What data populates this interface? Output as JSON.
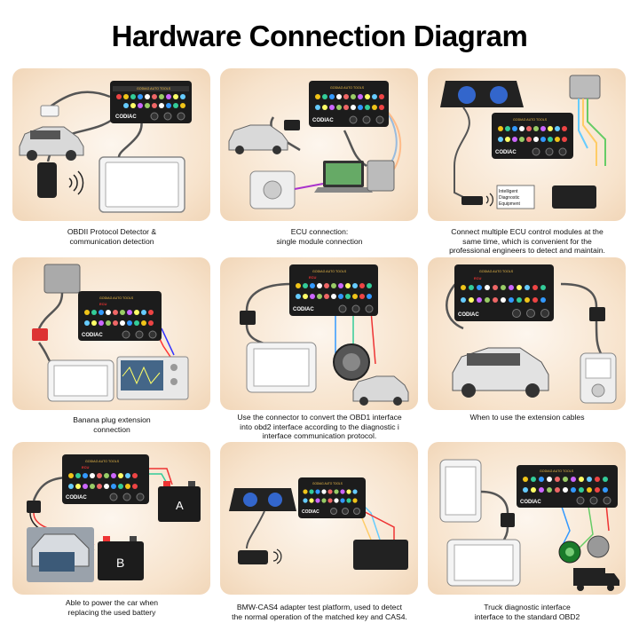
{
  "title": "Hardware Connection Diagram",
  "device": {
    "brand": "CODIAC",
    "header": "GODIAG AUTO TOOLS",
    "ecu_label": "ECU"
  },
  "panels": [
    {
      "id": "obd2-detector",
      "caption": [
        "OBDII Protocol Detector &",
        "communication detection"
      ]
    },
    {
      "id": "ecu-single",
      "caption": [
        "ECU connection:",
        "single module connection"
      ]
    },
    {
      "id": "ecu-multiple",
      "caption": [
        "Connect multiple ECU control modules at the",
        "same time, which is convenient for the",
        "professional engineers to detect and maintain."
      ],
      "box_label": [
        "Intelligent",
        "Diagnostic",
        "Equipment"
      ]
    },
    {
      "id": "banana-plug",
      "caption": [
        "Banana plug extension",
        "connection"
      ]
    },
    {
      "id": "obd1-convert",
      "caption": [
        "Use the connector to convert the OBD1 interface",
        "into obd2 interface according to the diagnostic i",
        "interface communication protocol."
      ]
    },
    {
      "id": "extension-cables",
      "caption": [
        "When to use the extension cables"
      ]
    },
    {
      "id": "power-car",
      "caption": [
        "Able to power the car when",
        "replacing the used battery"
      ],
      "battery_a": "A",
      "battery_b": "B"
    },
    {
      "id": "bmw-cas4",
      "caption": [
        "BMW-CAS4 adapter test platform, used to detect",
        "the normal operation of the matched key and CAS4."
      ]
    },
    {
      "id": "truck-obd2",
      "caption": [
        "Truck diagnostic interface",
        "interface to the standard OBD2"
      ]
    }
  ],
  "colors": {
    "panel_bg": "#f7e3cc",
    "device_body": "#1c1c1c",
    "cable": "#555555"
  }
}
